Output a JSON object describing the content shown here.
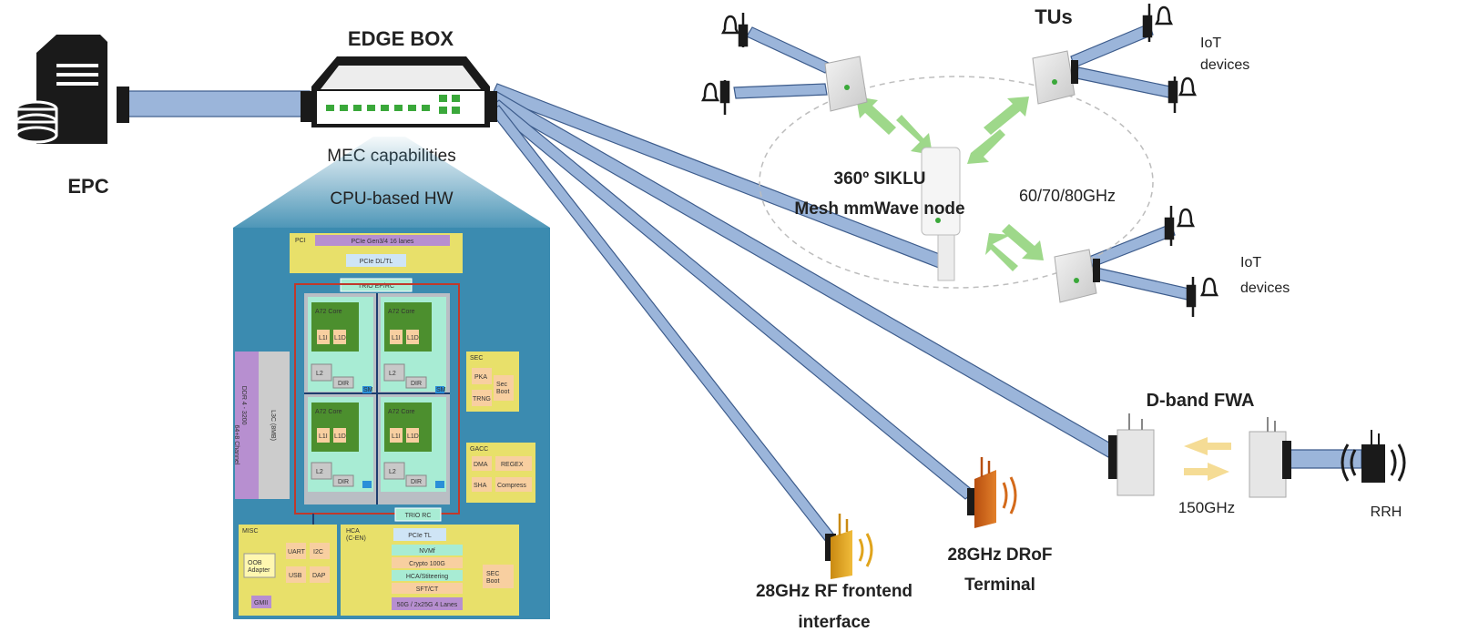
{
  "labels": {
    "epc": "EPC",
    "edge_box": "EDGE BOX",
    "mec": "MEC capabilities",
    "cpu_hw": "CPU-based HW",
    "tus": "TUs",
    "iot_top": "IoT\ndevices",
    "iot_mid": "IoT\ndevices",
    "siklu_line1": "360º SIKLU",
    "siklu_line2": "Mesh mmWave node",
    "freq_mesh": "60/70/80GHz",
    "dband": "D-band FWA",
    "freq_dband": "150GHz",
    "rrh": "RRH",
    "drof_line1": "28GHz DRoF",
    "drof_line2": "Terminal",
    "rf_line1": "28GHz RF frontend",
    "rf_line2": "interface"
  },
  "chip": {
    "pci": "PCI",
    "pcie_gen": "PCIe Gen3/4 16 lanes",
    "pcie_dltl": "PCIe DL/TL",
    "trio_eprc": "TRIO EP/RC",
    "core": "A72 Core",
    "l1i": "L1I",
    "l1d": "L1D",
    "l2": "L2",
    "dir": "DIR",
    "sm": "SM",
    "ddr": "DDR 4 - 3200\n64+8 Channel",
    "l3c": "L3C (8MB)",
    "sec": "SEC",
    "pka": "PKA",
    "sec_boot": "Sec\nBoot",
    "trng": "TRNG",
    "gacc": "GACC",
    "dma": "DMA",
    "regex": "REGEX",
    "sha": "SHA",
    "compress": "Compress",
    "trio_rc": "TRIO RC",
    "misc": "MISC",
    "oob": "OOB\nAdapter",
    "uart": "UART",
    "i2c": "I2C",
    "usb": "USB",
    "dap": "DAP",
    "gmii": "GMII",
    "hca": "HCA\n(C-EN)",
    "pcie_tl": "PCIe TL",
    "nvmf": "NVMf",
    "crypto": "Crypto 100G",
    "hca_steer": "HCA/Stiteering",
    "sftct": "SFT/CT",
    "lanes": "50G / 2x25G 4 Lanes",
    "sec_boot2": "SEC\nBoot"
  },
  "colors": {
    "link": "#9bb5da",
    "link_stroke": "#3d5c8c",
    "chip_bg": "#3b8bb0",
    "green_arrow": "#9ed88a",
    "yellow_arrow": "#f5dc95",
    "pink_block": "#b78fd0",
    "orange_device": "#d46a1a",
    "gold_device": "#e0a41c"
  }
}
